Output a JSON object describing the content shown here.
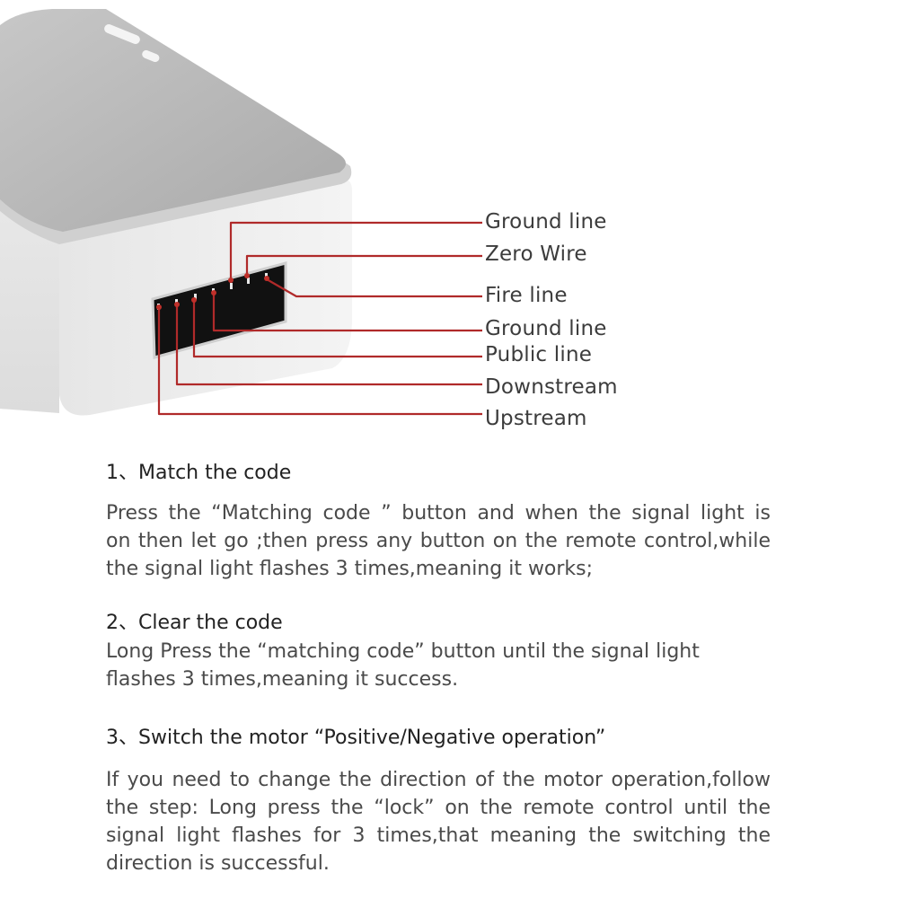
{
  "labels": {
    "ground_line_1": "Ground line",
    "zero_wire": "Zero Wire",
    "fire_line": "Fire line",
    "ground_line_2": "Ground line",
    "public_line": "Public line",
    "downstream": "Downstream",
    "upstream": "Upstream"
  },
  "sections": {
    "s1": {
      "title": "1、Match the code",
      "lines": [
        "Press the “Matching code ” button and when the signal light is",
        "on then let go ;then press any button on the remote control,while",
        "the signal light flashes 3 times,meaning it works;"
      ]
    },
    "s2": {
      "title": "2、Clear the code",
      "lines": [
        "Long Press the “matching code”  button until the signal light",
        "flashes 3 times,meaning it success."
      ]
    },
    "s3": {
      "title": "3、Switch the motor  “Positive/Negative operation”",
      "lines": [
        "If you need to change the direction of the motor operation,follow",
        "the step: Long press the  “lock” on the remote control until the",
        "signal light flashes for 3 times,that meaning the switching the",
        "direction is successful."
      ]
    }
  },
  "colors": {
    "leader_line": "#b02a2a",
    "device_body": "#e8e8e8",
    "device_top": "#b9b9b9"
  }
}
